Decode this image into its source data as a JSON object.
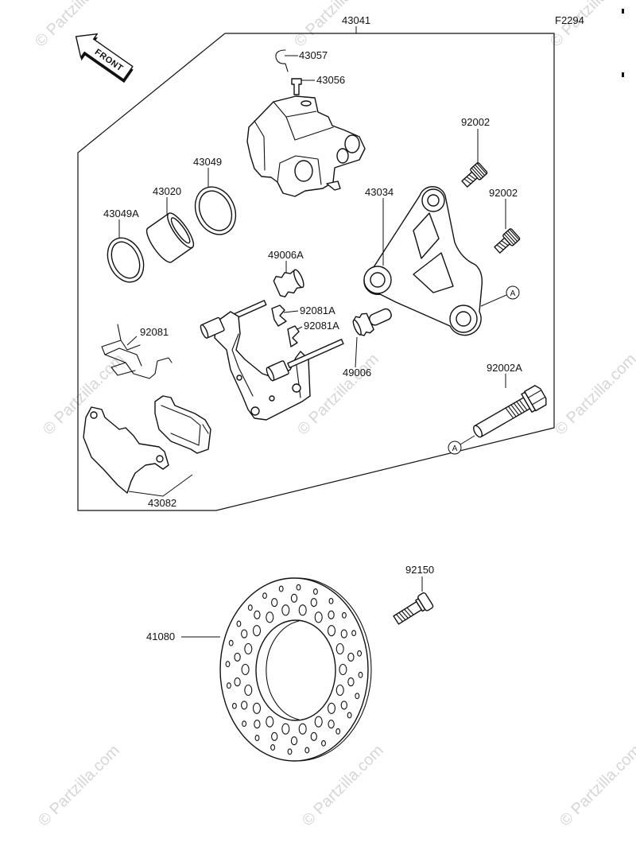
{
  "diagram": {
    "code": "F2294",
    "front_label": "FRONT",
    "assembly_label": "43041",
    "reference_marker": "A",
    "watermark": "© Partzilla.com",
    "parts": {
      "clip": "43057",
      "bleeder": "43056",
      "bolt_upper": "92002",
      "bolt_lower": "92002",
      "seal_outer": "43049",
      "piston": "43020",
      "seal_inner": "43049A",
      "bracket": "43034",
      "boot_upper": "49006A",
      "clip_a_upper": "92081A",
      "clip_a_lower": "92081A",
      "spring": "92081",
      "boot_lower": "49006",
      "bolt_long": "92002A",
      "pads": "43082",
      "disc_bolt": "92150",
      "disc": "41080"
    }
  }
}
